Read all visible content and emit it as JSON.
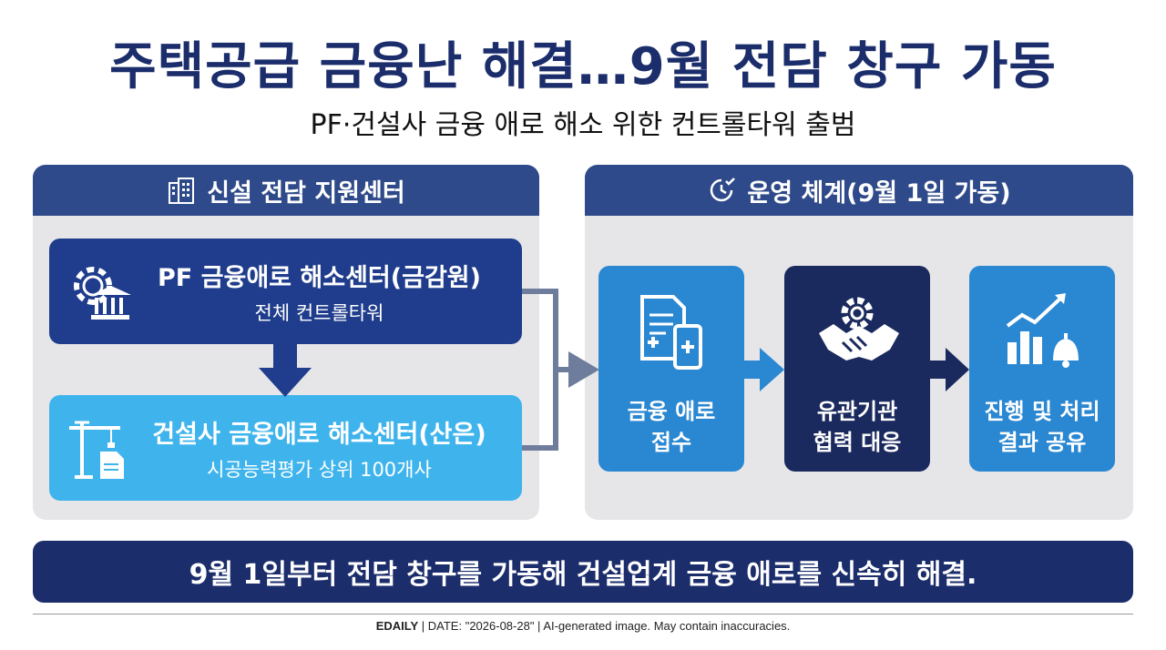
{
  "title": "주택공급 금융난 해결…9월 전담 창구 가동",
  "subtitle": "PF·건설사 금융 애로 해소 위한 컨트롤타워 출범",
  "left_panel": {
    "header": "신설 전담 지원센터",
    "header_icon": "building-icon",
    "centers": [
      {
        "name": "PF 금융애로 해소센터(금감원)",
        "desc": "전체 컨트롤타워",
        "icon": "gear-bank-icon",
        "color": "#1f3d8c"
      },
      {
        "name": "건설사 금융애로 해소센터(산은)",
        "desc": "시공능력평가 상위 100개사",
        "icon": "crane-document-icon",
        "color": "#3fb4ec"
      }
    ]
  },
  "right_panel": {
    "header": "운영 체계(9월 1일 가동)",
    "header_icon": "clock-check-icon",
    "steps": [
      {
        "label": "금융 애로\n접수",
        "icon": "document-phone-icon",
        "color": "#2a87d2"
      },
      {
        "label": "유관기관\n협력 대응",
        "icon": "handshake-gear-icon",
        "color": "#1b2a5e"
      },
      {
        "label": "진행 및 처리\n결과 공유",
        "icon": "chart-bell-icon",
        "color": "#2a87d2"
      }
    ]
  },
  "banner": "9월 1일부터 전담 창구를 가동해 건설업계 금융 애로를 신속히 해결.",
  "footer": {
    "brand": "EDAILY",
    "rest": " | DATE: \"2026-08-28\" | AI-generated image. May contain inaccuracies."
  }
}
